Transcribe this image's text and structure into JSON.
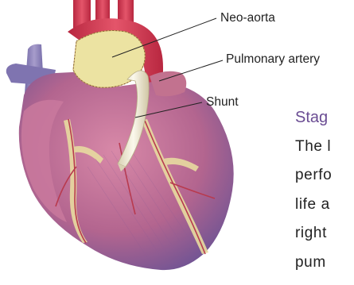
{
  "labels": {
    "neo_aorta": "Neo-aorta",
    "pulmonary_artery": "Pulmonary artery",
    "shunt": "Shunt"
  },
  "article": {
    "heading": "Stag",
    "lines": [
      "The l",
      "perfo",
      "life a",
      "right",
      "pum"
    ]
  },
  "colors": {
    "heading": "#6a4c93",
    "heart_muscle": "#c26a8e",
    "heart_shadow": "#6b5aa0",
    "aorta": "#d2374e",
    "patch": "#ece3a2",
    "shunt": "#f3eed9",
    "vessel_blue": "#8a7fb8"
  }
}
